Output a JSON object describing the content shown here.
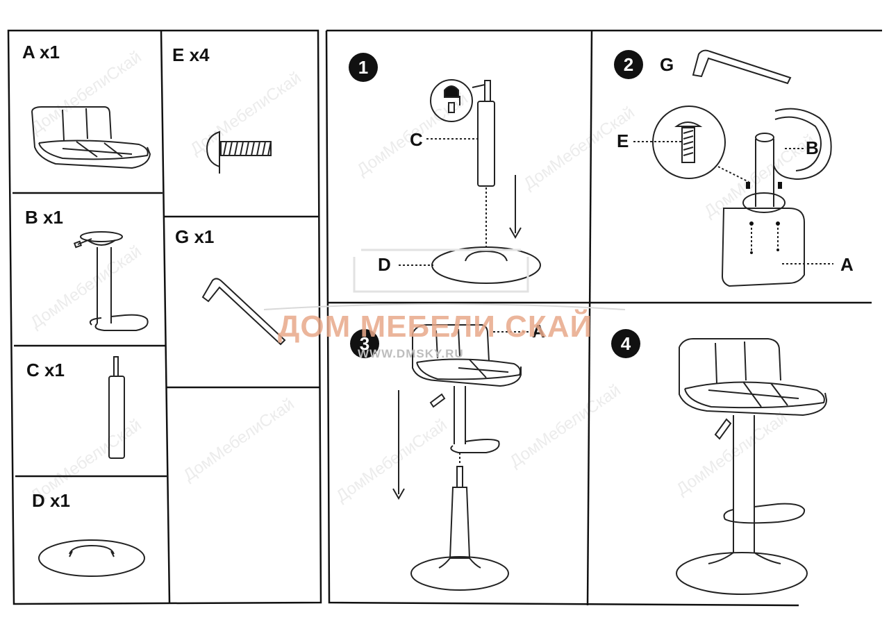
{
  "parts": {
    "a": {
      "label": "A x1"
    },
    "e": {
      "label": "E x4"
    },
    "b": {
      "label": "B x1"
    },
    "g": {
      "label": "G x1"
    },
    "c": {
      "label": "C x1"
    },
    "d": {
      "label": "D x1"
    }
  },
  "steps": {
    "s1": {
      "number": "1",
      "label_c": "C",
      "label_d": "D"
    },
    "s2": {
      "number": "2",
      "label_g": "G",
      "label_e": "E",
      "label_b": "B",
      "label_a": "A"
    },
    "s3": {
      "number": "3",
      "label_a": "A"
    },
    "s4": {
      "number": "4"
    }
  },
  "watermark": {
    "brand": "ДОМ МЕБЕЛИ СКАЙ",
    "url": "WWW.DMSKY.RU",
    "diagonal": "ДомМебелиСкай"
  }
}
